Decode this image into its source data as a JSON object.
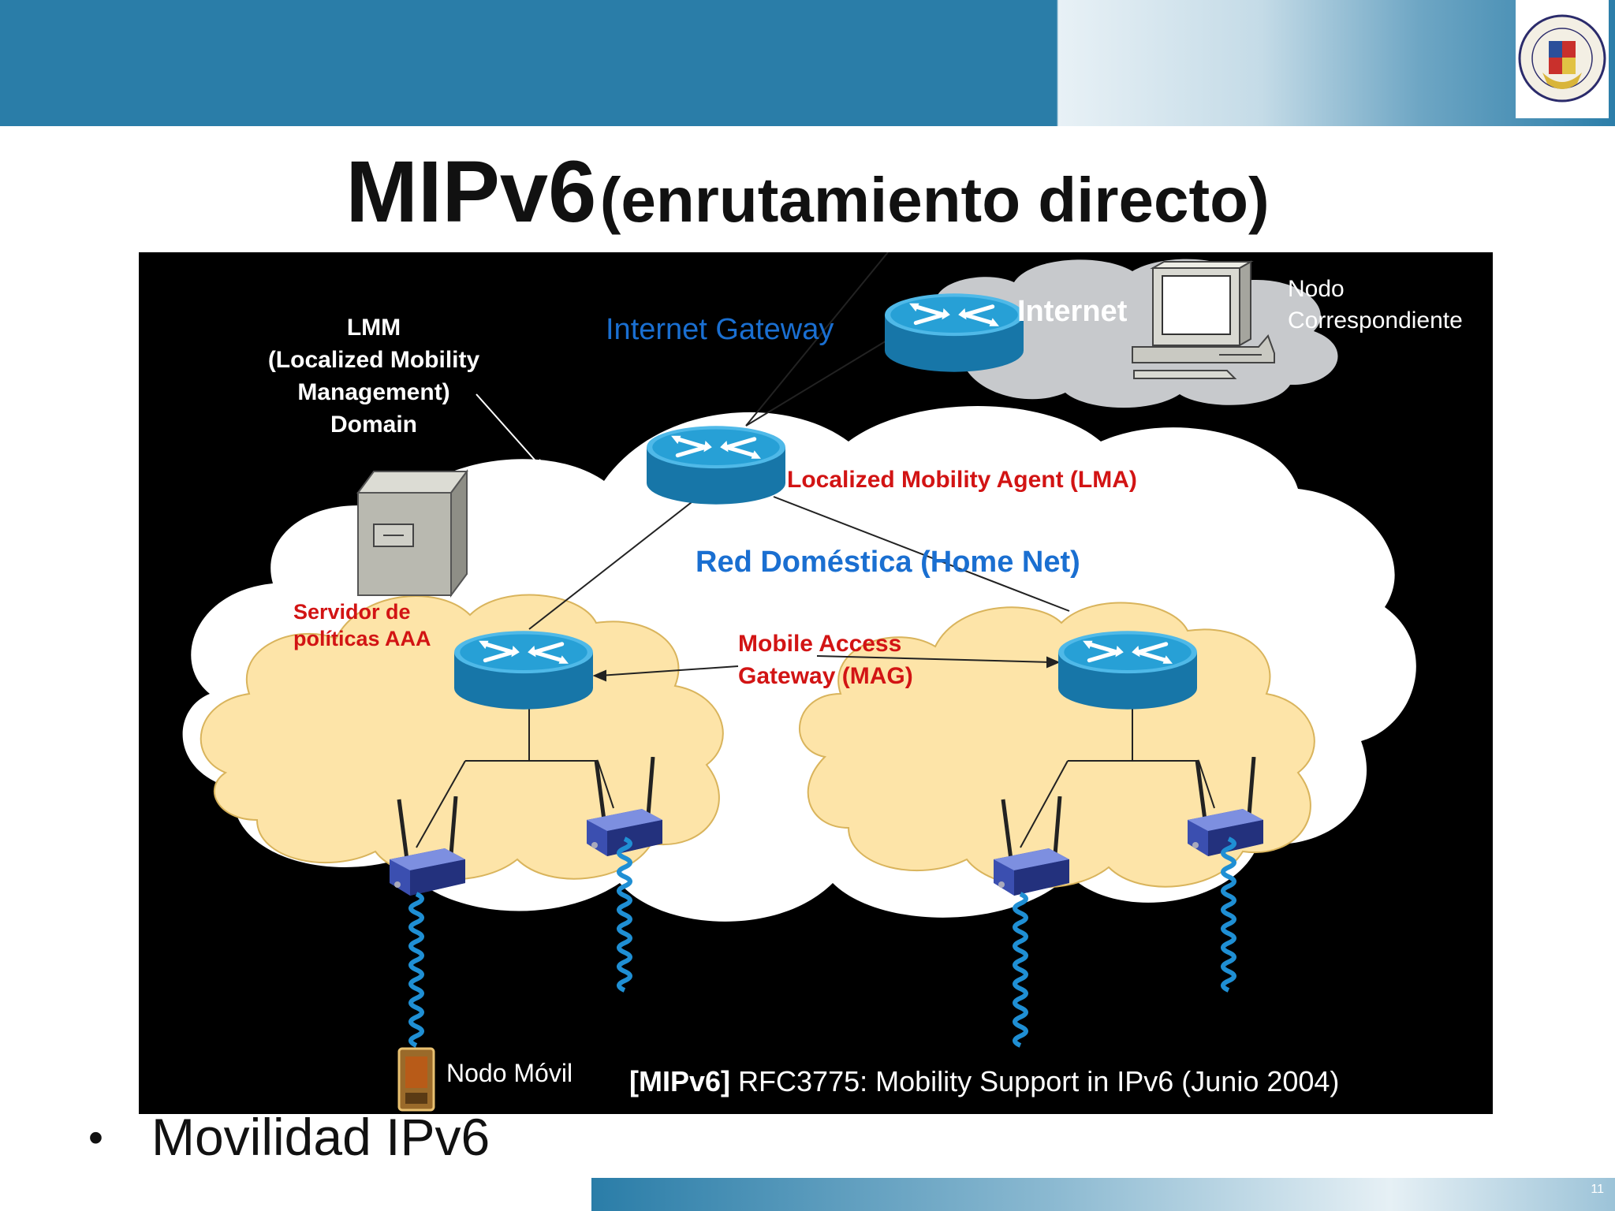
{
  "slide": {
    "title_main": "MIPv6",
    "title_sub": "(enrutamiento directo)",
    "page_number": "11",
    "bullet": "Movilidad IPv6"
  },
  "diagram": {
    "lmm": [
      "LMM",
      "(Localized Mobility",
      "Management)",
      "Domain"
    ],
    "internet_gateway": "Internet Gateway",
    "internet": "Internet",
    "corresponding_node": [
      "Nodo",
      "Correspondiente"
    ],
    "lma": "Localized Mobility Agent (LMA)",
    "home_net": "Red Doméstica (Home Net)",
    "aaa_server": [
      "Servidor de",
      "políticas AAA"
    ],
    "mag": [
      "Mobile Access",
      "Gateway (MAG)"
    ],
    "mobile_node": "Nodo Móvil",
    "reference_bold": "[MIPv6]",
    "reference_rest": " RFC3775: Mobility Support in IPv6 (Junio 2004)"
  },
  "colors": {
    "banner": "#2a7da8",
    "router": "#1f9fd4",
    "cloud_local": "#fde4a8",
    "label_red": "#d21414",
    "label_blue": "#1a6fd1"
  }
}
